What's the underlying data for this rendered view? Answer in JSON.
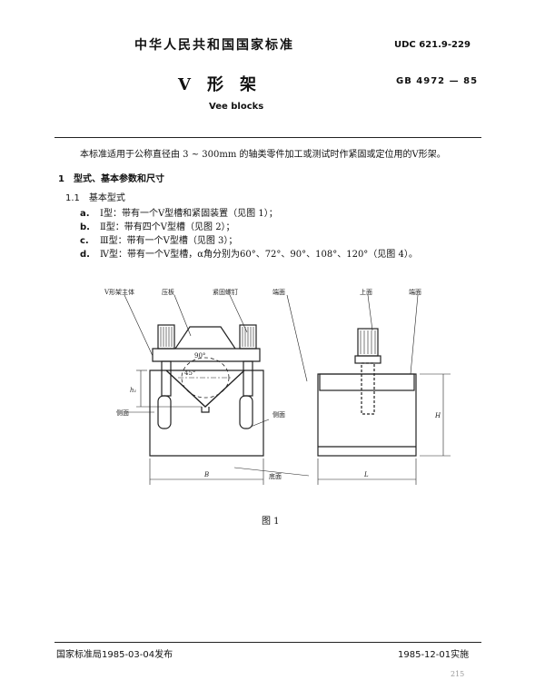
{
  "header": {
    "org": "中华人民共和国国家标准",
    "udc": "UDC 621.9-229",
    "gb": "GB 4972 — 85"
  },
  "title": {
    "cn": "V　形　架",
    "en": "Vee blocks"
  },
  "intro": "本标准适用于公称直径由 3 ~ 300mm 的轴类零件加工或测试时作紧固或定位用的V形架。",
  "section1": {
    "num": "1",
    "label": "型式、基本参数和尺寸"
  },
  "subsection": {
    "num": "1.1",
    "label": "基本型式"
  },
  "items": [
    {
      "key": "a.",
      "text": "Ⅰ型：带有一个V型槽和紧固装置（见图 1）；"
    },
    {
      "key": "b.",
      "text": "Ⅱ型：带有四个V型槽（见图 2）；"
    },
    {
      "key": "c.",
      "text": "Ⅲ型：带有一个V型槽（见图 3）；"
    },
    {
      "key": "d.",
      "text": "Ⅳ型：带有一个V型槽，α角分别为60°、72°、90°、108°、120°（见图 4）。"
    }
  ],
  "figure": {
    "labels": {
      "main_body": "V形架主体",
      "pressure_plate": "压板",
      "fastening_screw": "紧固螺钉",
      "end_face": "端面",
      "top_face": "上面",
      "end_face_right": "端面",
      "side_face_left": "侧面",
      "side_face_right": "侧面",
      "bottom_face": "底面",
      "angle_90": "90°",
      "angle_45": "45°",
      "dim_h1": "h₁",
      "dim_B": "B",
      "dim_L": "L",
      "dim_H": "H"
    },
    "caption": "图 1"
  },
  "footer": {
    "publisher": "国家标准局1985-03-04发布",
    "implement": "1985-12-01实施",
    "page": "215"
  }
}
